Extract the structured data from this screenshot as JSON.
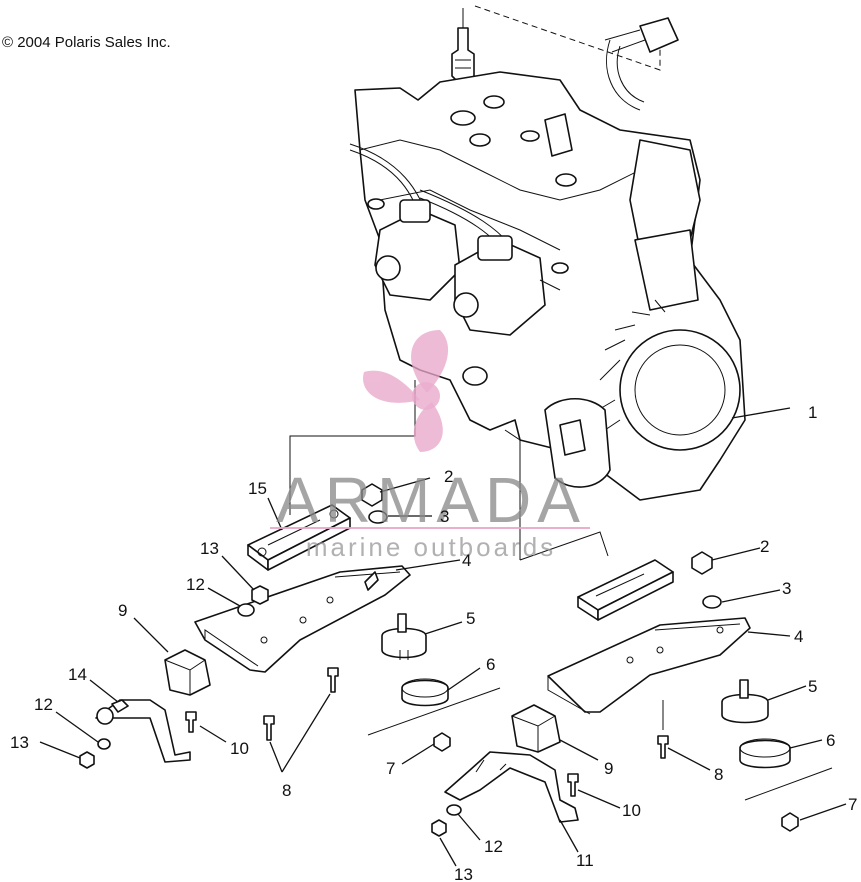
{
  "copyright": "© 2004 Polaris Sales Inc.",
  "watermark": {
    "brand": "ARMADA",
    "tagline": "marine outboards",
    "logo_color": "#e9a7c9",
    "text_color": "#8a8a8a"
  },
  "callouts": [
    "1",
    "2",
    "3",
    "4",
    "5",
    "6",
    "7",
    "8",
    "9",
    "10",
    "11",
    "12",
    "13",
    "14",
    "15"
  ],
  "labels": {
    "l1": "1",
    "l2a": "2",
    "l2b": "2",
    "l3a": "3",
    "l3b": "3",
    "l4a": "4",
    "l4b": "4",
    "l5a": "5",
    "l5b": "5",
    "l6a": "6",
    "l6b": "6",
    "l7a": "7",
    "l7b": "7",
    "l8a": "8",
    "l8b": "8",
    "l9a": "9",
    "l9b": "9",
    "l10a": "10",
    "l10b": "10",
    "l11": "11",
    "l12a": "12",
    "l12b": "12",
    "l12c": "12",
    "l13a": "13",
    "l13b": "13",
    "l13c": "13",
    "l14": "14",
    "l15": "15"
  }
}
